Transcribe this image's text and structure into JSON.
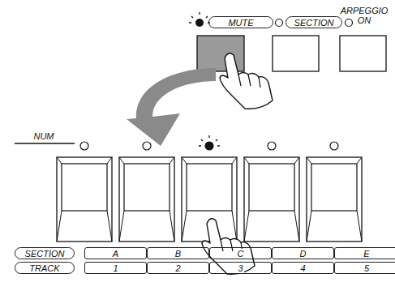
{
  "diagram": {
    "nodes": [
      {
        "text": [
          "MUTE"
        ]
      },
      {
        "text": [
          "SECTION"
        ]
      },
      {
        "text": [
          "SECTION"
        ]
      },
      {
        "text": [
          "A"
        ]
      },
      {
        "text": [
          "B"
        ]
      },
      {
        "text": [
          "C"
        ]
      },
      {
        "text": [
          "D"
        ]
      },
      {
        "text": [
          "E"
        ]
      },
      {
        "text": [
          "TRACK"
        ]
      },
      {
        "text": [
          "1"
        ]
      },
      {
        "text": [
          "2"
        ]
      },
      {
        "text": [
          "3"
        ]
      },
      {
        "text": [
          "4"
        ]
      },
      {
        "text": [
          "5"
        ]
      }
    ],
    "labels": [
      "ARPEGGIO ON",
      "NUM"
    ]
  }
}
